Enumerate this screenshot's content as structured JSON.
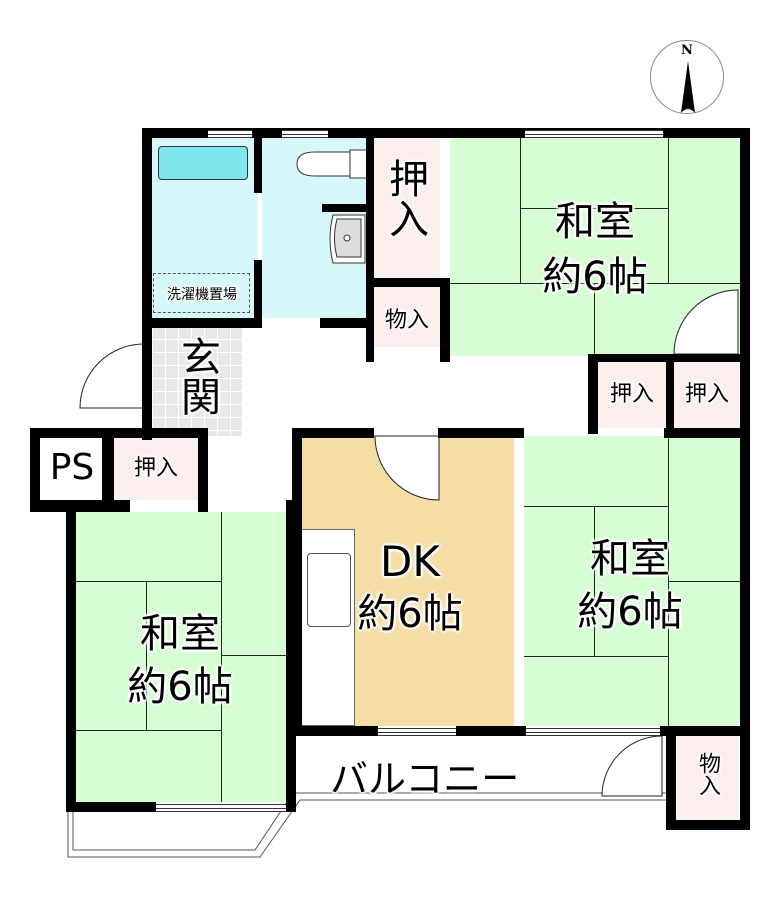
{
  "compass": {
    "label": "N",
    "icon": "north-arrow-icon"
  },
  "rooms": {
    "washitsu_ne": {
      "name": "和室",
      "size": "約6帖"
    },
    "washitsu_e": {
      "name": "和室",
      "size": "約6帖"
    },
    "washitsu_w": {
      "name": "和室",
      "size": "約6帖"
    },
    "dk": {
      "name": "DK",
      "size": "約6帖"
    },
    "genkan": {
      "name": "玄関"
    },
    "balcony": {
      "name": "バルコニー"
    },
    "laundry": {
      "name": "洗濯機置場"
    },
    "ps": {
      "name": "PS"
    }
  },
  "storage": {
    "oshiire_top": "押入",
    "monoire_top": "物入",
    "oshiire_mid1": "押入",
    "oshiire_mid2": "押入",
    "oshiire_left": "押入",
    "monoire_balcony": "物入"
  },
  "colors": {
    "tatami": "#d6fdd4",
    "wet_area": "#d6f8fb",
    "closet": "#fdeeee",
    "dk_floor": "#f4dea6",
    "bathtub": "#7fe6f0",
    "wall": "#000000"
  }
}
